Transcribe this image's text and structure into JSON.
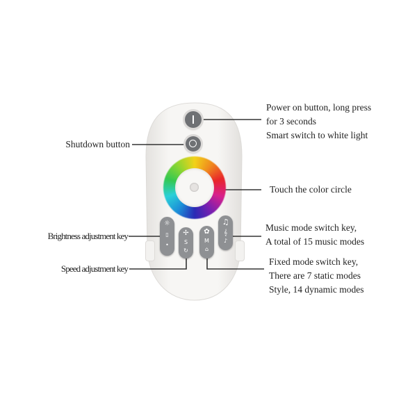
{
  "labels": {
    "power": [
      "Power on button, long press",
      "for 3 seconds",
      "Smart switch to white light"
    ],
    "shutdown": "Shutdown button",
    "color_circle": "Touch the color circle",
    "brightness": "Brightness adjustment key",
    "music": [
      "Music mode switch key,",
      "A total of 15 music modes"
    ],
    "speed": "Speed adjustment key",
    "fixed": [
      "Fixed mode switch key,",
      "There are 7 static modes",
      "Style, 14 dynamic modes"
    ]
  },
  "keys": {
    "speed_letter": "S",
    "mode_letter": "M"
  },
  "colors": {
    "remote_body": "#f4f3f1",
    "button_gray": "#8e9093",
    "leader_line": "#333333"
  }
}
